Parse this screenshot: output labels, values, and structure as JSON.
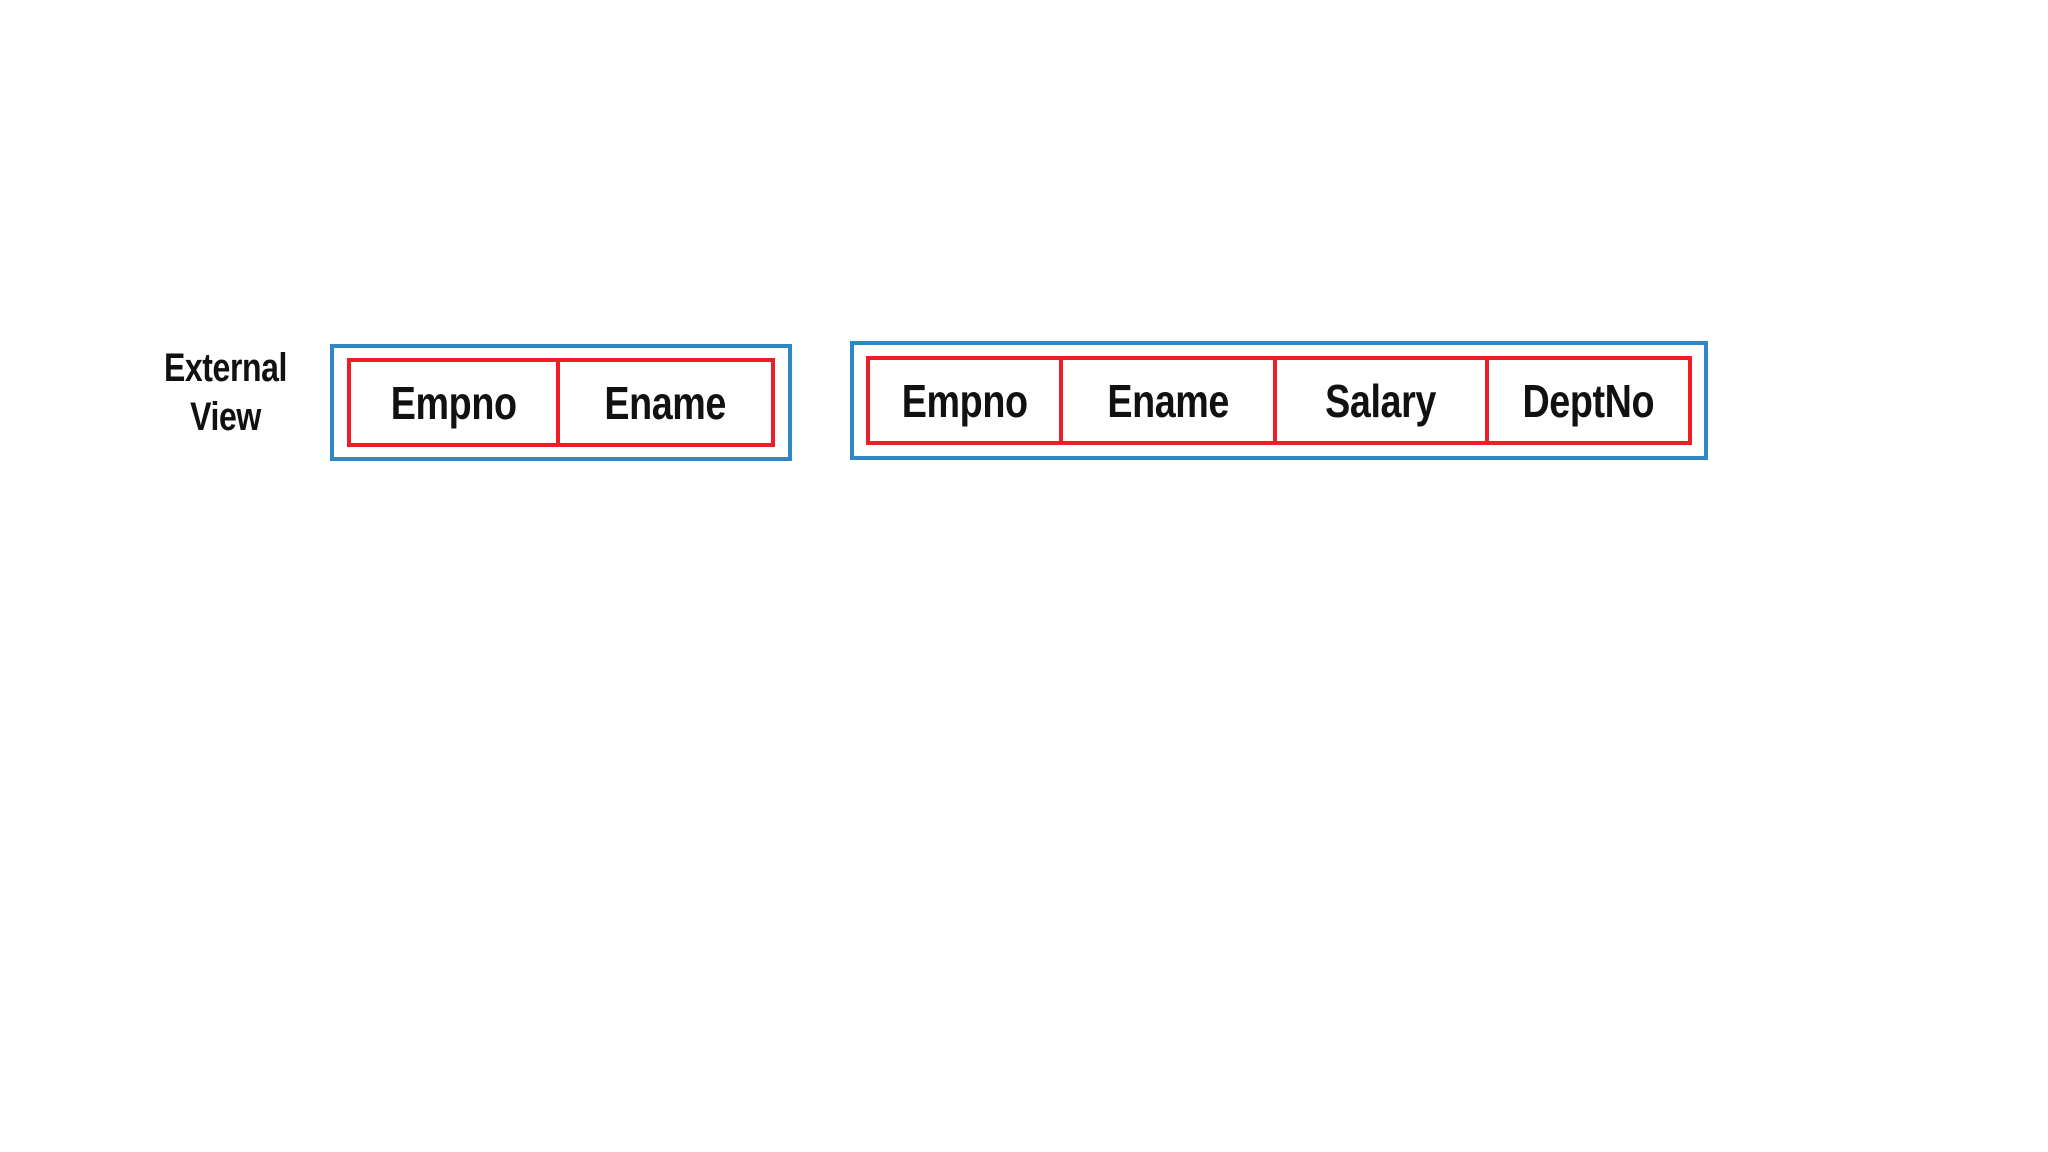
{
  "label": {
    "line1": "External",
    "line2": "View"
  },
  "colors": {
    "outer_box": "#2f86c5",
    "inner_box": "#ee1f24",
    "text": "#111111",
    "background": "#ffffff"
  },
  "tables": [
    {
      "id": "external-view-projection",
      "columns": [
        "Empno",
        "Ename"
      ]
    },
    {
      "id": "external-view-full",
      "columns": [
        "Empno",
        "Ename",
        "Salary",
        "DeptNo"
      ]
    }
  ]
}
